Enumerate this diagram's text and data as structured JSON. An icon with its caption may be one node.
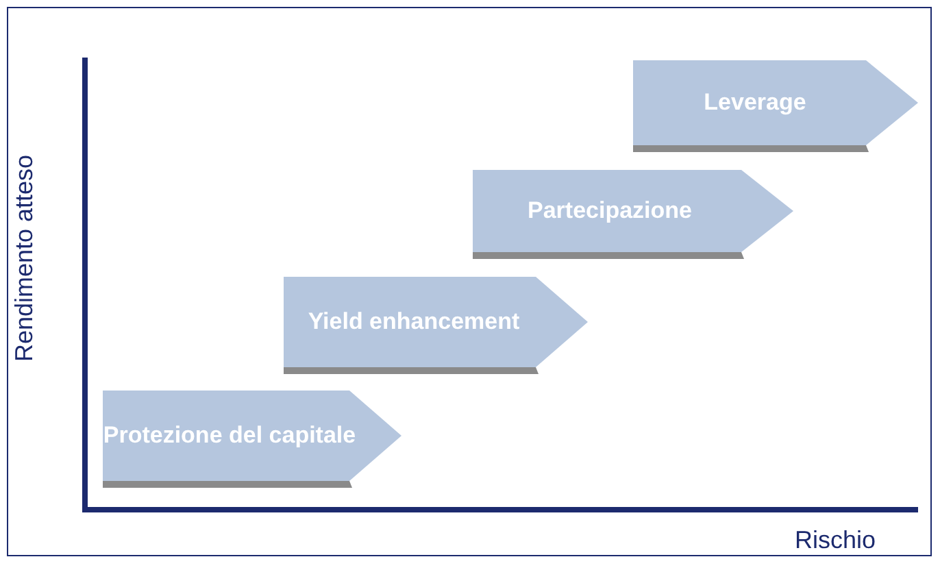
{
  "diagram": {
    "nodes": [
      {
        "text": [
          "Protezione del capitale"
        ]
      },
      {
        "text": [
          "Yield enhancement"
        ]
      },
      {
        "text": [
          "Partecipazione"
        ]
      },
      {
        "text": [
          "Leverage"
        ]
      }
    ],
    "labels": [
      "Rendimento atteso",
      "Rischio"
    ]
  }
}
